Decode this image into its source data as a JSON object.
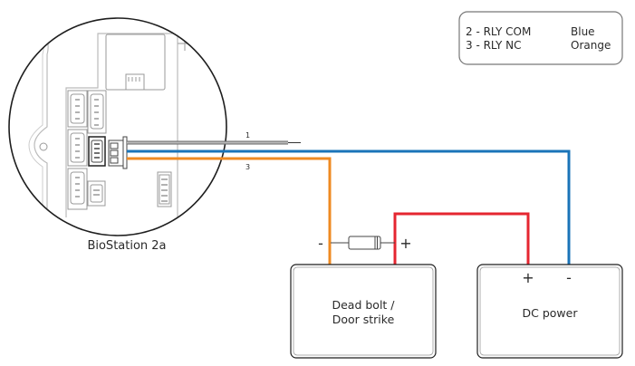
{
  "legend": {
    "rows": [
      {
        "pin": "2 - RLY COM",
        "color_name": "Blue"
      },
      {
        "pin": "3 - RLY NC",
        "color_name": "Orange"
      }
    ]
  },
  "device": {
    "label": "BioStation 2a"
  },
  "wires": {
    "wire1_label": "1",
    "wire3_label": "3",
    "colors": {
      "gray": "#8a8a8a",
      "blue": "#1a74b8",
      "orange": "#ef8a22",
      "red": "#e52630",
      "outline": "#2a2a2a"
    }
  },
  "diode": {
    "minus_label": "-",
    "plus_label": "+"
  },
  "lock_box": {
    "line1": "Dead bolt /",
    "line2": "Door strike"
  },
  "power_box": {
    "label": "DC power",
    "plus_label": "+",
    "minus_label": "-"
  }
}
